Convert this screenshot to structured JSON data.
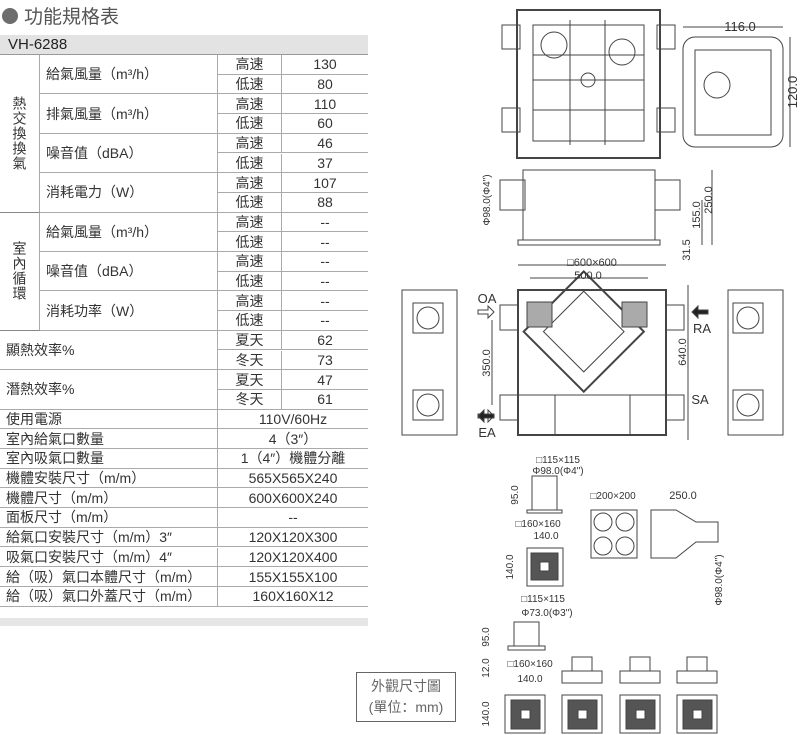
{
  "title": "功能規格表",
  "model": "VH-6288",
  "groups": [
    {
      "label": "熱交換換氣",
      "items": [
        {
          "name": "給氣風量（m³/h）",
          "rows": [
            [
              "高速",
              "130"
            ],
            [
              "低速",
              "80"
            ]
          ]
        },
        {
          "name": "排氣風量（m³/h）",
          "rows": [
            [
              "高速",
              "110"
            ],
            [
              "低速",
              "60"
            ]
          ]
        },
        {
          "name": "噪音值（dBA）",
          "rows": [
            [
              "高速",
              "46"
            ],
            [
              "低速",
              "37"
            ]
          ]
        },
        {
          "name": "消耗電力（W）",
          "rows": [
            [
              "高速",
              "107"
            ],
            [
              "低速",
              "88"
            ]
          ]
        }
      ]
    },
    {
      "label": "室內循環",
      "items": [
        {
          "name": "給氣風量（m³/h）",
          "rows": [
            [
              "高速",
              "--"
            ],
            [
              "低速",
              "--"
            ]
          ]
        },
        {
          "name": "噪音值（dBA）",
          "rows": [
            [
              "高速",
              "--"
            ],
            [
              "低速",
              "--"
            ]
          ]
        },
        {
          "name": "消耗功率（W）",
          "rows": [
            [
              "高速",
              "--"
            ],
            [
              "低速",
              "--"
            ]
          ]
        }
      ]
    }
  ],
  "efficiency": [
    {
      "name": "顯熱效率%",
      "rows": [
        [
          "夏天",
          "62"
        ],
        [
          "冬天",
          "73"
        ]
      ]
    },
    {
      "name": "潛熱效率%",
      "rows": [
        [
          "夏天",
          "47"
        ],
        [
          "冬天",
          "61"
        ]
      ]
    }
  ],
  "single": [
    [
      "使用電源",
      "110V/60Hz"
    ],
    [
      "室內給氣口數量",
      "4（3″）"
    ],
    [
      "室內吸氣口數量",
      "1（4″）機體分離"
    ],
    [
      "機體安裝尺寸（m/m）",
      "565X565X240"
    ],
    [
      "機體尺寸（m/m）",
      "600X600X240"
    ],
    [
      "面板尺寸（m/m）",
      "--"
    ],
    [
      "給氣口安裝尺寸（m/m）3″",
      "120X120X300"
    ],
    [
      "吸氣口安裝尺寸（m/m）4″",
      "120X120X400"
    ],
    [
      "給（吸）氣口本體尺寸（m/m）",
      "155X155X100"
    ],
    [
      "給（吸）氣口外蓋尺寸（m/m）",
      "160X160X12"
    ]
  ],
  "drawing": {
    "panel_w": "116.0",
    "panel_h": "120.0",
    "duct_dia": "Φ98.0(Φ4\")",
    "h155": "155.0",
    "h250": "250.0",
    "h315": "31.5",
    "size600": "□600×600",
    "w500": "500.0",
    "d350": "350.0",
    "d640": "640.0",
    "oa": "OA",
    "ra": "RA",
    "sa": "SA",
    "ea": "EA",
    "s115a": "□115×115",
    "dia98": "Φ98.0(Φ4\")",
    "h95a": "95.0",
    "s160a": "□160×160",
    "w140a": "140.0",
    "h140a": "140.0",
    "s200": "□200×200",
    "w250": "250.0",
    "dia98b": "Φ98.0(Φ4\")",
    "s115b": "□115×115",
    "dia73": "Φ73.0(Φ3\")",
    "h95b": "95.0",
    "h12": "12.0",
    "s160b": "□160×160",
    "w140b": "140.0",
    "h140b": "140.0",
    "legend_title": "外觀尺寸圖",
    "legend_unit": "(單位：mm)"
  }
}
